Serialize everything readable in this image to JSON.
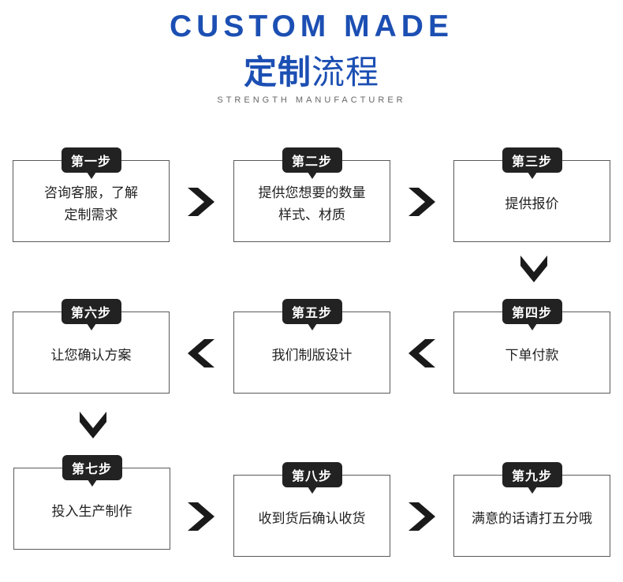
{
  "header": {
    "title_en": "CUSTOM MADE",
    "title_cn_bold": "定制",
    "title_cn_light": "流程",
    "subtitle": "STRENGTH MANUFACTURER"
  },
  "steps": [
    {
      "badge": "第一步",
      "line1": "咨询客服，了解",
      "line2": "定制需求"
    },
    {
      "badge": "第二步",
      "line1": "提供您想要的数量",
      "line2": "样式、材质"
    },
    {
      "badge": "第三步",
      "line1": "提供报价",
      "line2": ""
    },
    {
      "badge": "第四步",
      "line1": "下单付款",
      "line2": ""
    },
    {
      "badge": "第五步",
      "line1": "我们制版设计",
      "line2": ""
    },
    {
      "badge": "第六步",
      "line1": "让您确认方案",
      "line2": ""
    },
    {
      "badge": "第七步",
      "line1": "投入生产制作",
      "line2": ""
    },
    {
      "badge": "第八步",
      "line1": "收到货后确认收货",
      "line2": ""
    },
    {
      "badge": "第九步",
      "line1": "满意的话请打五分哦",
      "line2": ""
    }
  ],
  "colors": {
    "accent": "#1c4fb3",
    "badge": "#222222",
    "arrow": "#1a1a1a"
  },
  "icons": [
    "arrow-right-icon",
    "arrow-left-icon",
    "arrow-down-icon"
  ]
}
